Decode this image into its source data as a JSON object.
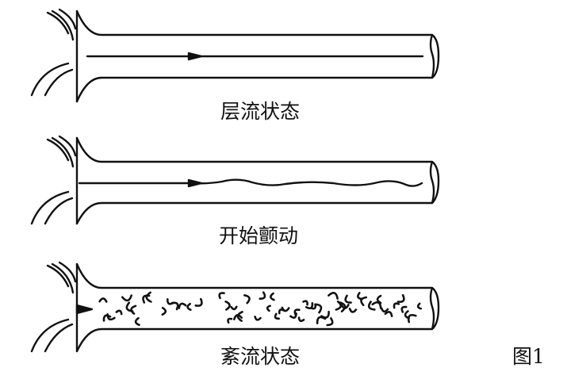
{
  "panels": [
    {
      "caption": "层流状态"
    },
    {
      "caption": "开始颤动"
    },
    {
      "caption": "紊流状态"
    }
  ],
  "figure_label": "图1",
  "colors": {
    "ink": "#111111",
    "background": "#ffffff"
  }
}
